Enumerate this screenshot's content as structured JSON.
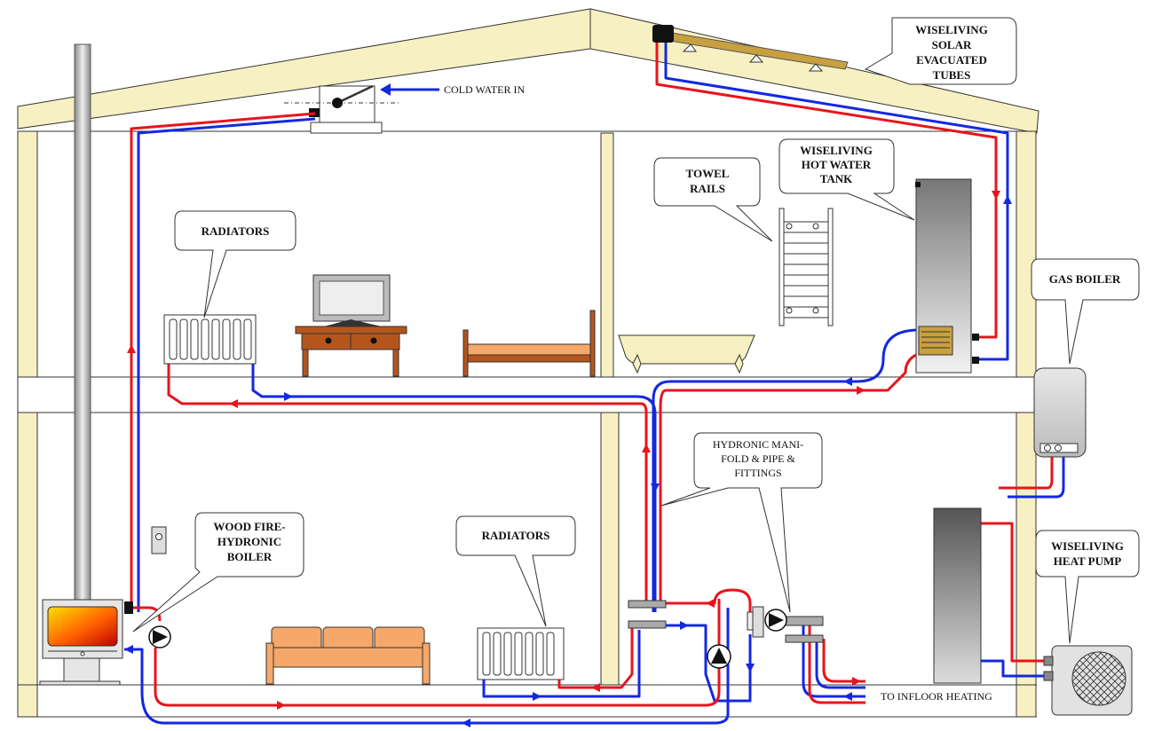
{
  "labels": {
    "cold_water_in": "COLD WATER IN",
    "solar": [
      "WISELIVING",
      "SOLAR",
      "EVACUATED",
      "TUBES"
    ],
    "towel_rails": [
      "TOWEL",
      "RAILS"
    ],
    "hot_water_tank": [
      "WISELIVING",
      "HOT WATER",
      "TANK"
    ],
    "radiators_upper": "RADIATORS",
    "gas_boiler": "GAS BOILER",
    "manifold": [
      "HYDRONIC MANI-",
      "FOLD & PIPE &",
      "FITTINGS"
    ],
    "wood_fire": [
      "WOOD FIRE-",
      "HYDRONIC",
      "BOILER"
    ],
    "radiators_lower": "RADIATORS",
    "heat_pump": [
      "WISELIVING",
      "HEAT PUMP"
    ],
    "to_infloor": "TO INFLOOR HEATING"
  },
  "colors": {
    "hot_pipe": "#e8141c",
    "cold_pipe": "#1428e0",
    "house_wall": "#f7f0c2",
    "sofa": "#f5a86a",
    "furniture": "#b4561c"
  },
  "icons": {
    "pump": "circle-with-triangle",
    "flow": "arrowhead"
  }
}
